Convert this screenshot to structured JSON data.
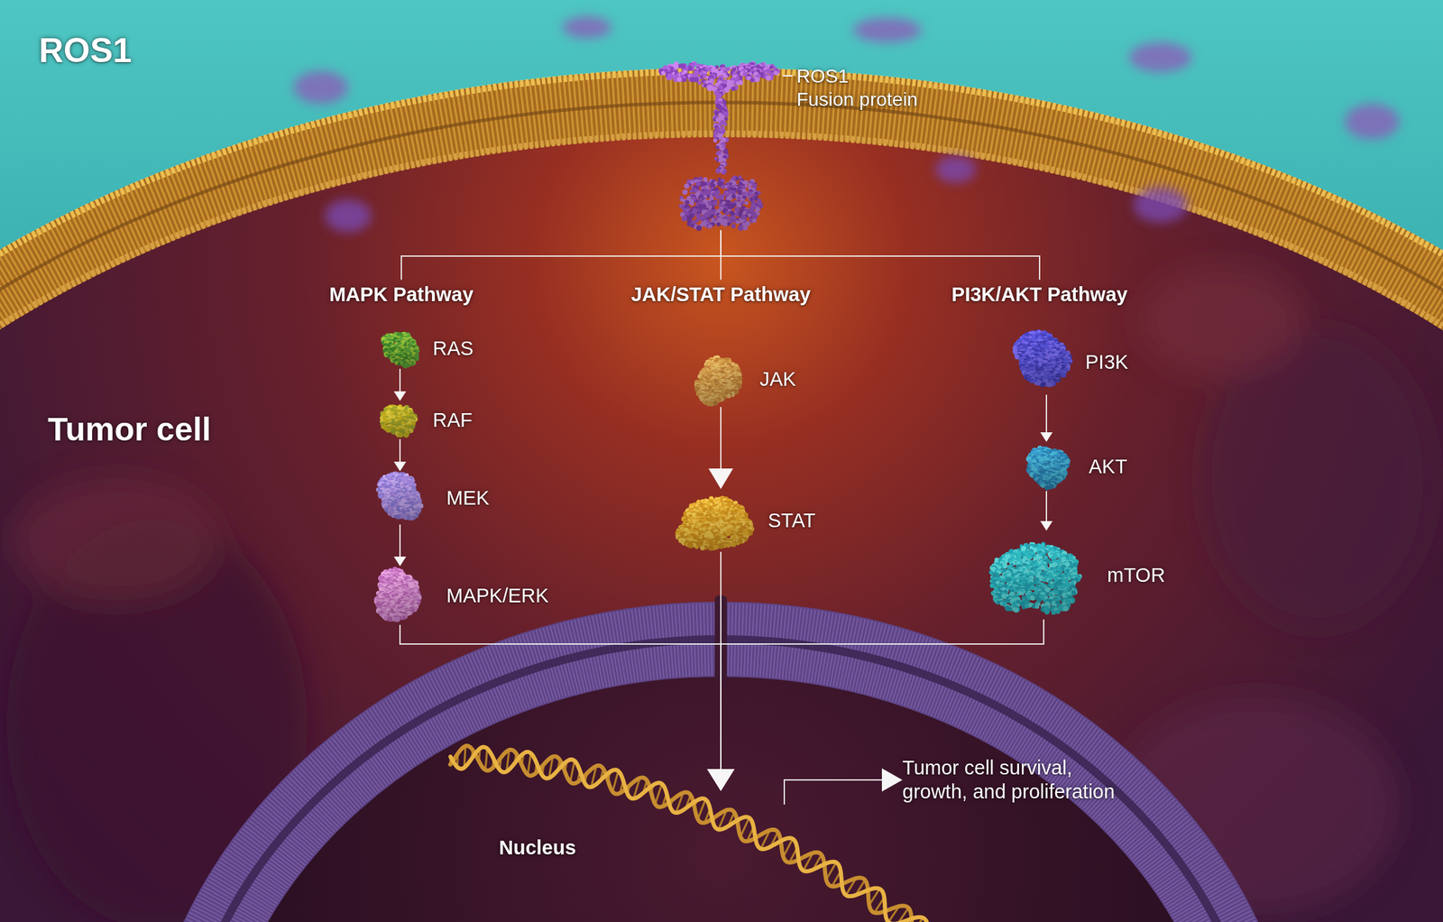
{
  "diagram": {
    "title": "ROS1",
    "nodes": [
      {
        "text": [
          "ROS1 Fusion protein"
        ]
      },
      {
        "text": [
          "MAPK Pathway"
        ]
      },
      {
        "text": [
          "RAS"
        ]
      },
      {
        "text": [
          "RAF"
        ]
      },
      {
        "text": [
          "MEK"
        ]
      },
      {
        "text": [
          "MAPK/ERK"
        ]
      },
      {
        "text": [
          "JAK/STAT Pathway"
        ]
      },
      {
        "text": [
          "JAK"
        ]
      },
      {
        "text": [
          "STAT"
        ]
      },
      {
        "text": [
          "PI3K/AKT Pathway"
        ]
      },
      {
        "text": [
          "PI3K"
        ]
      },
      {
        "text": [
          "AKT"
        ]
      },
      {
        "text": [
          "mTOR"
        ]
      },
      {
        "text": [
          "Nucleus"
        ]
      },
      {
        "text": [
          "Tumor cell survival, growth, and proliferation"
        ]
      }
    ],
    "edges": [
      {
        "from": 0,
        "to": 1,
        "arrow": "none"
      },
      {
        "from": 0,
        "to": 6,
        "arrow": "none"
      },
      {
        "from": 0,
        "to": 9,
        "arrow": "none"
      },
      {
        "from": 2,
        "to": 3,
        "arrow": "to"
      },
      {
        "from": 3,
        "to": 4,
        "arrow": "to"
      },
      {
        "from": 4,
        "to": 5,
        "arrow": "to"
      },
      {
        "from": 7,
        "to": 8,
        "arrow": "to"
      },
      {
        "from": 10,
        "to": 11,
        "arrow": "to"
      },
      {
        "from": 11,
        "to": 12,
        "arrow": "to"
      },
      {
        "from": 5,
        "to": 13,
        "arrow": "to"
      },
      {
        "from": 8,
        "to": 13,
        "arrow": "to"
      },
      {
        "from": 12,
        "to": 13,
        "arrow": "to"
      },
      {
        "from": 13,
        "to": 14,
        "arrow": "to"
      }
    ],
    "labels": [
      "Tumor cell"
    ]
  }
}
